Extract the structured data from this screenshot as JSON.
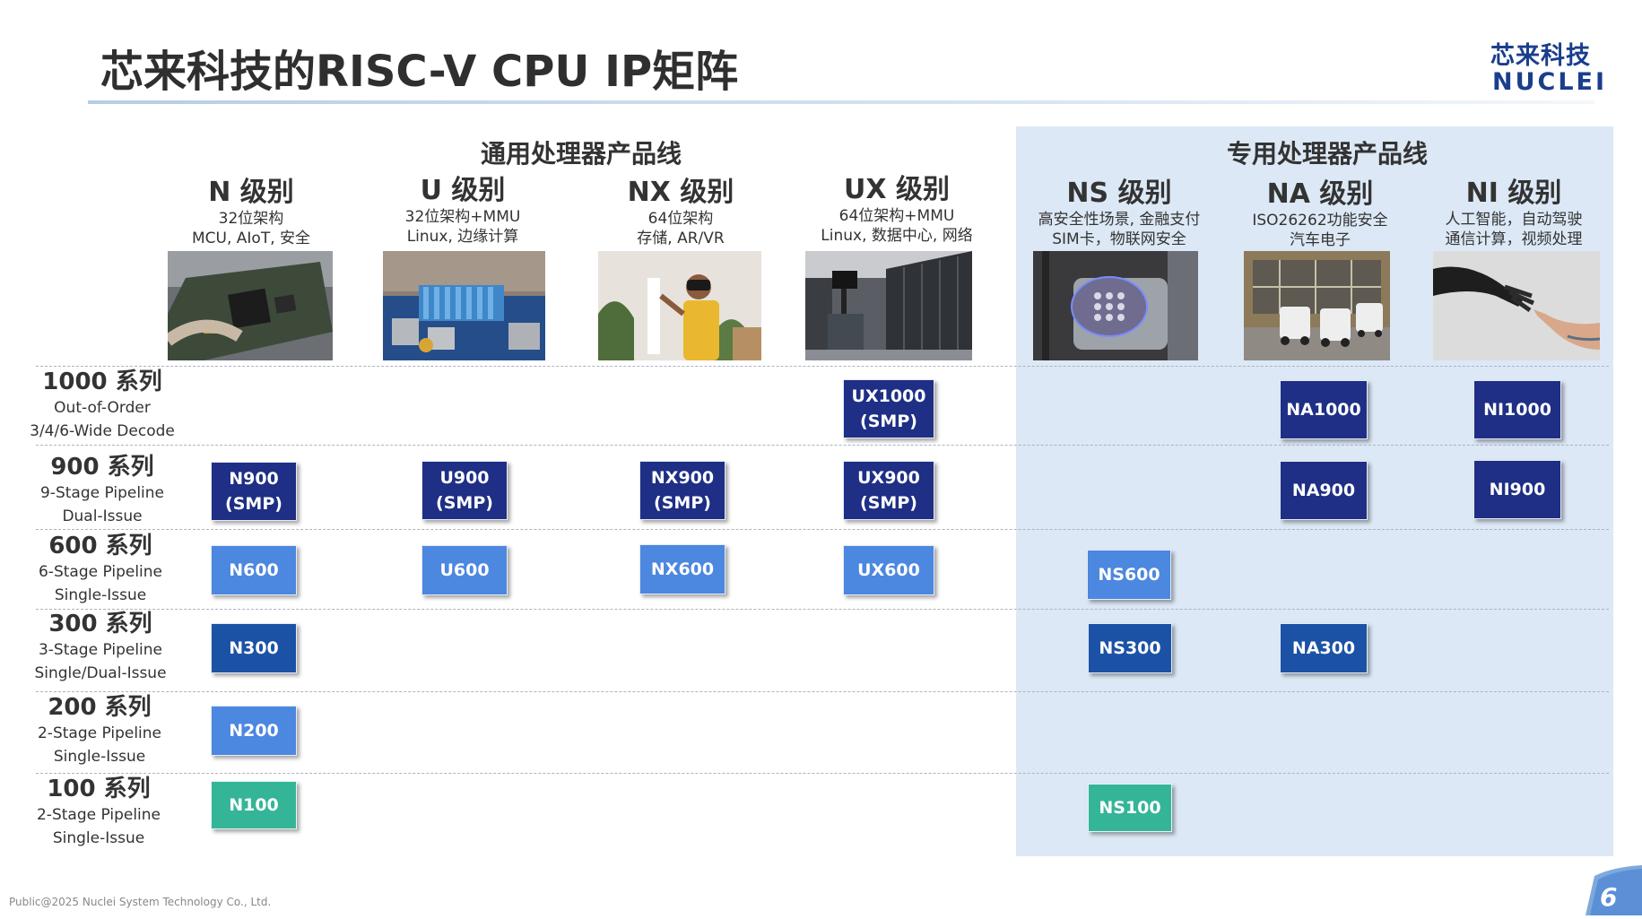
{
  "title": "芯来科技的RISC-V CPU IP矩阵",
  "logo": {
    "cn": "芯来科技",
    "en": "NUCLEI"
  },
  "groups": {
    "general": "通用处理器产品线",
    "special": "专用处理器产品线"
  },
  "columns": [
    {
      "level": "N 级别",
      "desc1": "32位架构",
      "desc2": "MCU, AIoT, 安全",
      "image": "chip-board-icon"
    },
    {
      "level": "U 级别",
      "desc1": "32位架构+MMU",
      "desc2": "Linux, 边缘计算",
      "image": "circuit-board-icon"
    },
    {
      "level": "NX 级别",
      "desc1": "64位架构",
      "desc2": "存储, AR/VR",
      "image": "vr-headset-icon"
    },
    {
      "level": "UX 级别",
      "desc1": "64位架构+MMU",
      "desc2": "Linux, 数据中心, 网络",
      "image": "server-rack-icon"
    },
    {
      "level": "NS 级别",
      "desc1": "高安全性场景, 金融支付",
      "desc2": "SIM卡，物联网安全",
      "image": "keypad-lock-icon"
    },
    {
      "level": "NA 级别",
      "desc1": "ISO26262功能安全",
      "desc2": "汽车电子",
      "image": "delivery-robot-icon"
    },
    {
      "level": "NI 级别",
      "desc1": "人工智能，自动驾驶",
      "desc2": "通信计算，视频处理",
      "image": "robot-hand-icon"
    }
  ],
  "rows": [
    {
      "series": "1000 系列",
      "line1": "Out-of-Order",
      "line2": "3/4/6-Wide Decode"
    },
    {
      "series": "900 系列",
      "line1": "9-Stage Pipeline",
      "line2": "Dual-Issue"
    },
    {
      "series": "600 系列",
      "line1": "6-Stage Pipeline",
      "line2": "Single-Issue"
    },
    {
      "series": "300 系列",
      "line1": "3-Stage Pipeline",
      "line2": "Single/Dual-Issue"
    },
    {
      "series": "200 系列",
      "line1": "2-Stage Pipeline",
      "line2": "Single-Issue"
    },
    {
      "series": "100 系列",
      "line1": "2-Stage Pipeline",
      "line2": "Single-Issue"
    }
  ],
  "products": {
    "UX1000": "UX1000\n(SMP)",
    "NA1000": "NA1000",
    "NI1000": "NI1000",
    "N900": "N900\n(SMP)",
    "U900": "U900\n(SMP)",
    "NX900": "NX900\n(SMP)",
    "UX900": "UX900\n(SMP)",
    "NA900": "NA900",
    "NI900": "NI900",
    "N600": "N600",
    "U600": "U600",
    "NX600": "NX600",
    "UX600": "UX600",
    "NS600": "NS600",
    "N300": "N300",
    "NS300": "NS300",
    "NA300": "NA300",
    "N200": "N200",
    "N100": "N100",
    "NS100": "NS100"
  },
  "colors": {
    "dark": "#1e2f85",
    "mid": "#1b52a6",
    "light": "#4c87e0",
    "teal": "#35b597",
    "panel": "#dce8f5"
  },
  "footer": "Public@2025 Nuclei System Technology Co., Ltd.",
  "page_number": "6"
}
